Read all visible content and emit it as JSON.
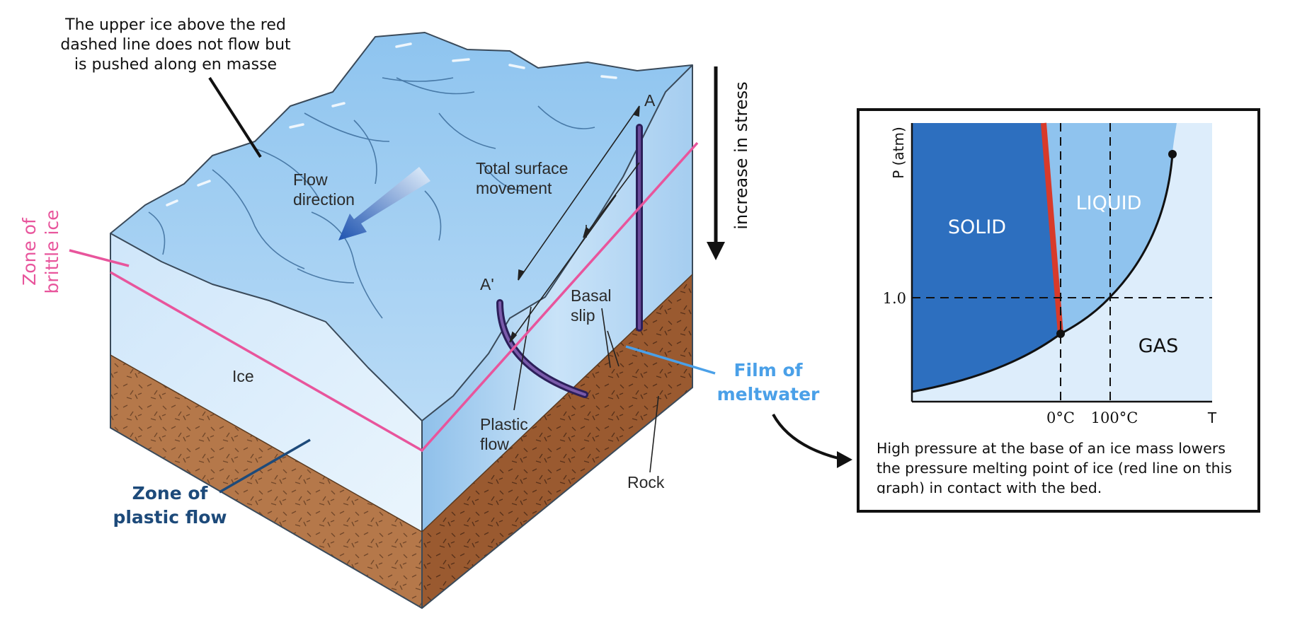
{
  "block_diagram": {
    "annotation_top": [
      "The upper ice above the red",
      "dashed line does not flow but",
      "is pushed along en masse"
    ],
    "flow_direction": [
      "Flow",
      "direction"
    ],
    "total_surface_movement": [
      "Total surface",
      "movement"
    ],
    "label_a": "A",
    "label_a_prime": "A'",
    "basal_slip": [
      "Basal",
      "slip"
    ],
    "plastic_flow": [
      "Plastic",
      "flow"
    ],
    "ice": "Ice",
    "rock": "Rock",
    "zone_brittle": [
      "Zone of",
      "brittle ice"
    ],
    "zone_plastic": [
      "Zone of",
      "plastic flow"
    ],
    "film_meltwater": [
      "Film of",
      "meltwater"
    ],
    "increase_stress": "increase in stress",
    "colors": {
      "brittle_line": "#e8559c",
      "meltwater": "#4aa0e8",
      "plastic_zone": "#1d4a7a",
      "ice_light": "#dceefb",
      "ice_mid": "#a9d0f0",
      "rock": "#a5653a"
    }
  },
  "phase_diagram": {
    "regions": {
      "solid": "SOLID",
      "liquid": "LIQUID",
      "gas": "GAS"
    },
    "ylabel": "P (atm)",
    "xlabel": "T",
    "y_tick": "1.0",
    "x_ticks": [
      "0°C",
      "100°C"
    ],
    "caption": "High pressure at the base of an ice mass lowers the pressure melting point of ice (red line on this graph) in contact with the bed.",
    "colors": {
      "solid": "#2d6fbf",
      "liquid": "#8fc3ee",
      "gas": "#ddedfb",
      "melting_line": "#d83a2a"
    }
  }
}
